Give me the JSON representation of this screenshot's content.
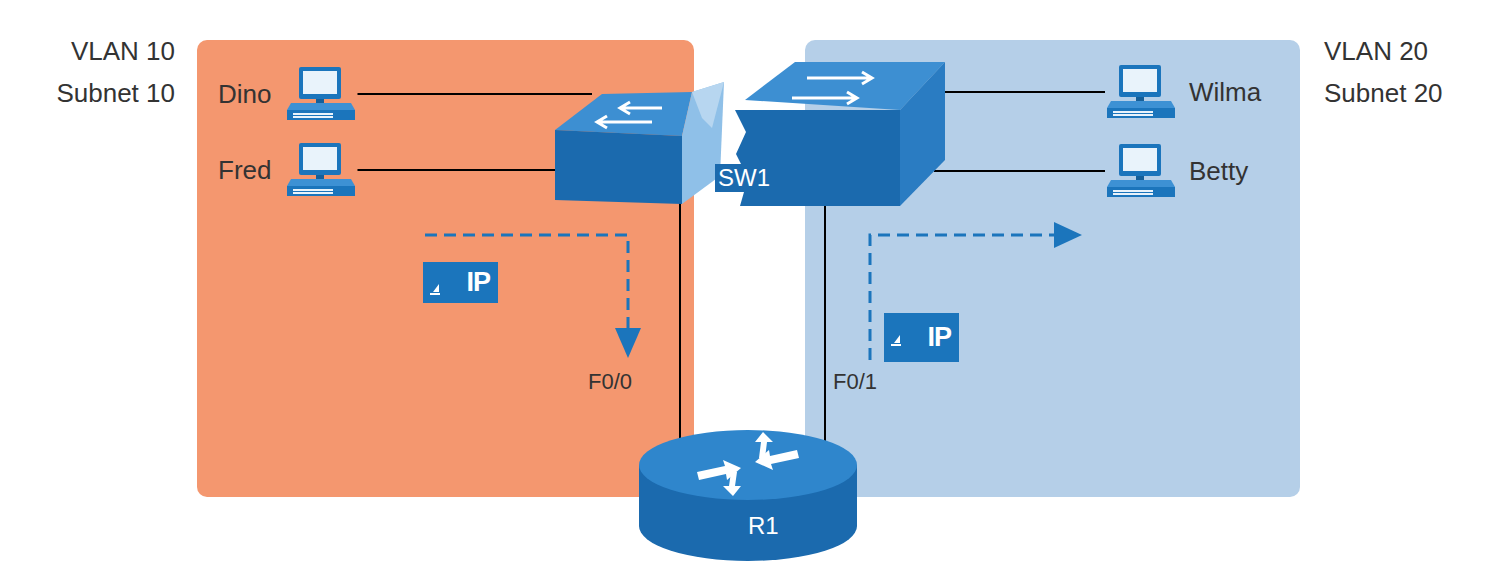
{
  "diagram": {
    "nodes": [
      {
        "text": [
          "VLAN 10",
          "Subnet 10"
        ]
      },
      {
        "text": [
          "Dino"
        ],
        "in": 0
      },
      {
        "text": [
          "Fred"
        ],
        "in": 0
      },
      {
        "text": [
          "IP"
        ],
        "in": 0
      },
      {
        "text": [
          "VLAN 20",
          "Subnet 20"
        ]
      },
      {
        "text": [
          "Wilma"
        ],
        "in": 4
      },
      {
        "text": [
          "Betty"
        ],
        "in": 4
      },
      {
        "text": [
          "IP"
        ],
        "in": 4
      },
      {
        "text": [
          "SW1"
        ]
      },
      {
        "text": [
          "R1"
        ]
      }
    ],
    "edges": [
      {
        "from": 1,
        "to": 8,
        "arrow": "none"
      },
      {
        "from": 2,
        "to": 8,
        "arrow": "none"
      },
      {
        "from": 5,
        "to": 8,
        "arrow": "none"
      },
      {
        "from": 6,
        "to": 8,
        "arrow": "none"
      },
      {
        "from": 8,
        "to": 9,
        "arrow": "none"
      },
      {
        "from": 8,
        "to": 9,
        "arrow": "none"
      }
    ],
    "labels": [
      "F0/0",
      "F0/1"
    ]
  }
}
